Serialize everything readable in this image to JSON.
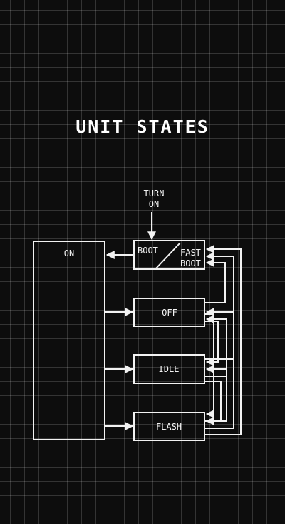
{
  "title": "UNIT STATES",
  "colors": {
    "background": "#0d0d0d",
    "line": "#f2f2f2",
    "grid": "#3a3a3a"
  },
  "labels": {
    "turn_on_1": "TURN",
    "turn_on_2": "ON",
    "on": "ON",
    "boot": "BOOT",
    "fast_1": "FAST",
    "fast_2": "BOOT",
    "off": "OFF",
    "idle": "IDLE",
    "flash": "FLASH"
  }
}
